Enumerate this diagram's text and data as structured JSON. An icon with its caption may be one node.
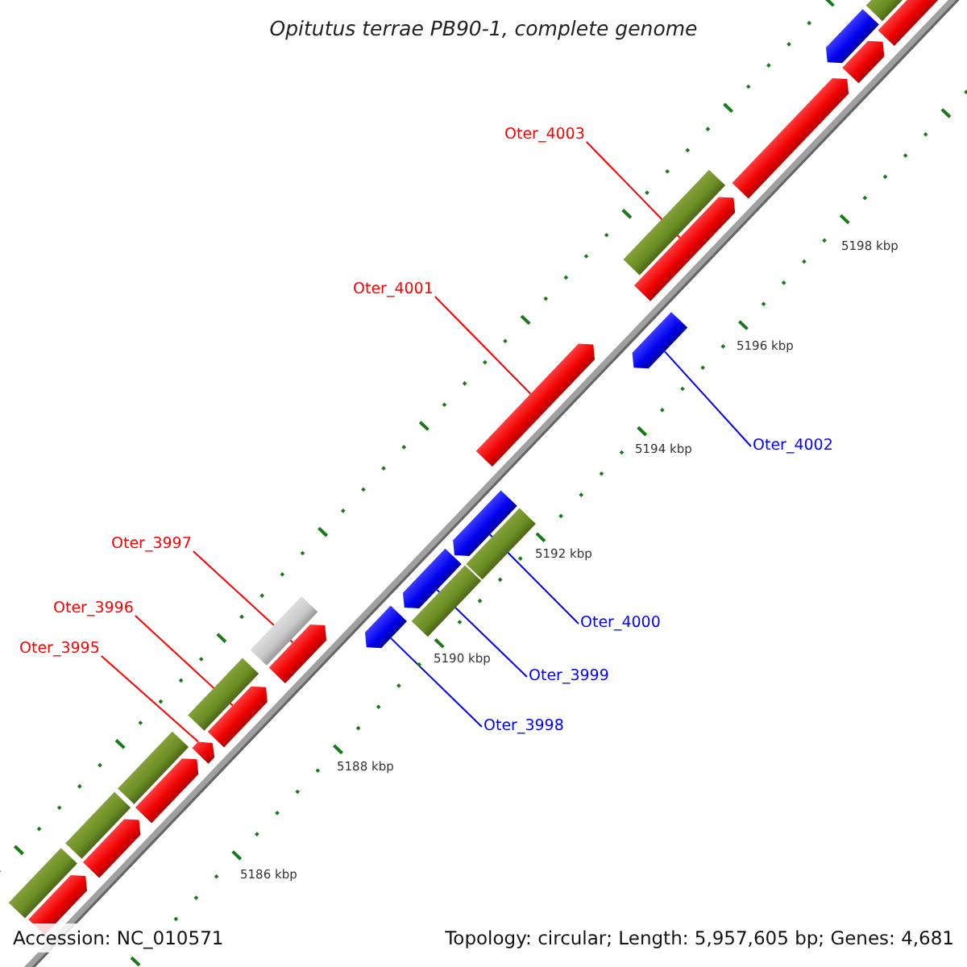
{
  "diagram": {
    "title": "Opitutus terrae PB90-1, complete genome",
    "nodes": [
      {
        "text": [
          "Oter_4003"
        ]
      },
      {
        "text": [
          "Oter_4001"
        ]
      },
      {
        "text": [
          "Oter_4002"
        ]
      },
      {
        "text": [
          "Oter_3997"
        ]
      },
      {
        "text": [
          "Oter_3996"
        ]
      },
      {
        "text": [
          "Oter_4000"
        ]
      },
      {
        "text": [
          "Oter_3995"
        ]
      },
      {
        "text": [
          "Oter_3999"
        ]
      },
      {
        "text": [
          "Oter_3998"
        ]
      },
      {
        "text": [],
        "shape": "box"
      },
      {
        "text": [],
        "shape": "box"
      },
      {
        "text": [],
        "shape": "box"
      },
      {
        "text": [],
        "shape": "box"
      },
      {
        "text": [],
        "shape": "box"
      },
      {
        "text": [],
        "shape": "box"
      },
      {
        "text": [],
        "shape": "box"
      },
      {
        "text": [],
        "shape": "box"
      },
      {
        "text": [],
        "shape": "box"
      },
      {
        "text": [],
        "shape": "box"
      },
      {
        "text": [],
        "shape": "box"
      },
      {
        "text": [],
        "shape": "box"
      },
      {
        "text": [],
        "shape": "box"
      },
      {
        "text": [],
        "shape": "box"
      },
      {
        "text": [],
        "shape": "box"
      },
      {
        "text": [],
        "shape": "bar"
      },
      {
        "text": [],
        "shape": "bar"
      },
      {
        "text": [],
        "shape": "bar"
      },
      {
        "text": [],
        "shape": "bar"
      },
      {
        "text": [],
        "shape": "bar"
      },
      {
        "text": [],
        "shape": "bar"
      },
      {
        "text": [],
        "shape": "box"
      },
      {
        "text": [],
        "shape": "bar"
      },
      {
        "text": [],
        "shape": "bar"
      },
      {
        "text": [],
        "shape": "bar"
      }
    ],
    "edges": [
      {
        "from": 0,
        "to": 17,
        "arrow": "none"
      },
      {
        "from": 1,
        "to": 15,
        "arrow": "none"
      },
      {
        "from": 2,
        "to": 16,
        "arrow": "none",
        "color": "#0000ff"
      },
      {
        "from": 3,
        "to": 11,
        "arrow": "none"
      },
      {
        "from": 4,
        "to": 10,
        "arrow": "none"
      },
      {
        "from": 5,
        "to": 14,
        "arrow": "none",
        "color": "#0000ff"
      },
      {
        "from": 6,
        "to": 9,
        "arrow": "none"
      },
      {
        "from": 7,
        "to": 13,
        "arrow": "none",
        "color": "#0000ff"
      },
      {
        "from": 8,
        "to": 12,
        "arrow": "none",
        "color": "#0000ff"
      }
    ],
    "labels": [
      "5198 kbp",
      "5196 kbp",
      "5194 kbp",
      "5192 kbp",
      "5190 kbp",
      "5188 kbp",
      "5186 kbp",
      "Accession: NC_010571",
      "Topology: circular; Length: 5,957,605 bp; Genes: 4,681"
    ]
  }
}
